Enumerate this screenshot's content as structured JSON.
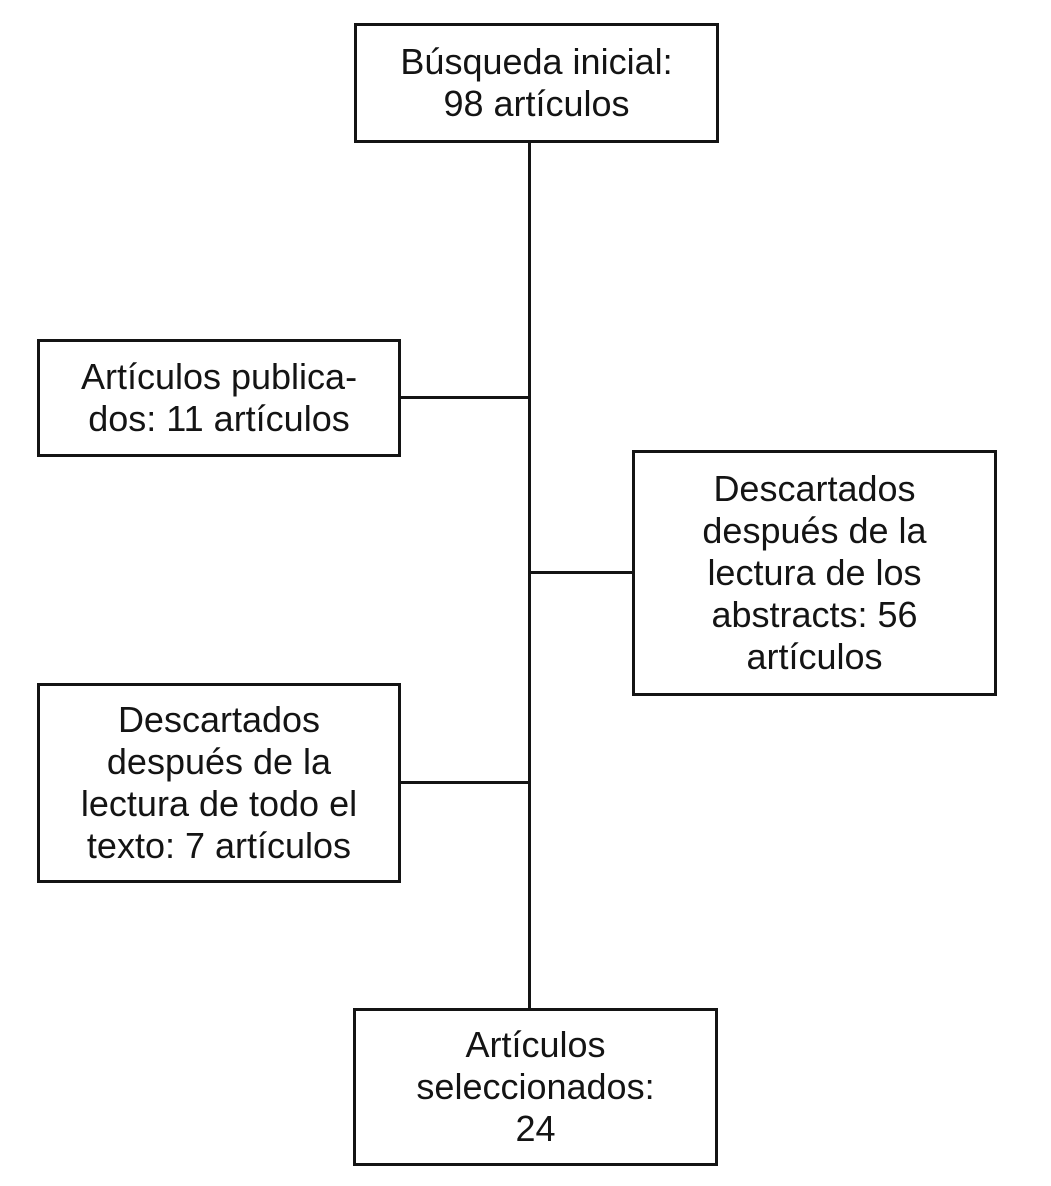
{
  "flowchart": {
    "description": "Article selection flow diagram (Spanish)",
    "nodes": [
      {
        "id": "initial-search",
        "text": "Búsqueda inicial:\n98 artículos",
        "count": 98
      },
      {
        "id": "published-articles",
        "text": "Artículos publica-\ndos: 11 artículos",
        "count": 11
      },
      {
        "id": "discarded-after-abstracts",
        "text": "Descartados\ndespués de la\nlectura de los\nabstracts: 56\nartículos",
        "count": 56
      },
      {
        "id": "discarded-after-full-text",
        "text": "Descartados\ndespués de la\nlectura de todo el\ntexto: 7 artículos",
        "count": 7
      },
      {
        "id": "selected-articles",
        "text": "Artículos\nseleccionados:\n24",
        "count": 24
      }
    ],
    "connectors": [
      {
        "id": "trunk",
        "type": "vertical",
        "from": "initial-search",
        "to": "selected-articles"
      },
      {
        "id": "h-published",
        "type": "horizontal",
        "from": "trunk",
        "to": "published-articles"
      },
      {
        "id": "h-abstracts",
        "type": "horizontal",
        "from": "trunk",
        "to": "discarded-after-abstracts"
      },
      {
        "id": "h-fulltext",
        "type": "horizontal",
        "from": "trunk",
        "to": "discarded-after-full-text"
      }
    ],
    "colors": {
      "background": "#ffffff",
      "border": "#141414",
      "text": "#141414",
      "line": "#141414"
    }
  }
}
